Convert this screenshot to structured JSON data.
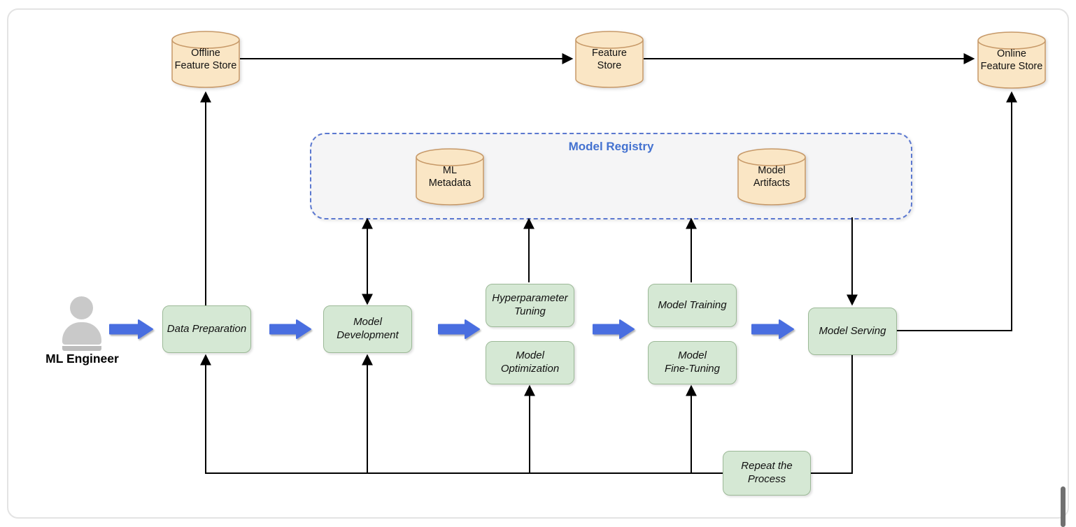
{
  "actor": {
    "label": "ML Engineer"
  },
  "feature_stores": {
    "offline": {
      "label": "Offline\nFeature Store"
    },
    "central": {
      "label": "Feature\nStore"
    },
    "online": {
      "label": "Online\nFeature Store"
    }
  },
  "model_registry": {
    "title": "Model Registry",
    "ml_metadata": {
      "label": "ML\nMetadata"
    },
    "model_artifacts": {
      "label": "Model\nArtifacts"
    }
  },
  "pipeline": {
    "data_preparation": {
      "label": "Data Preparation"
    },
    "model_development": {
      "label": "Model\nDevelopment"
    },
    "hyperparameter_tuning": {
      "label": "Hyperparameter\nTuning"
    },
    "model_optimization": {
      "label": "Model\nOptimization"
    },
    "model_training": {
      "label": "Model Training"
    },
    "model_fine_tuning": {
      "label": "Model\nFine-Tuning"
    },
    "model_serving": {
      "label": "Model Serving"
    },
    "repeat_process": {
      "label": "Repeat the\nProcess"
    }
  },
  "colors": {
    "process_fill": "#d5e8d4",
    "process_stroke": "#9cb997",
    "store_fill": "#fae6c5",
    "store_stroke": "#c79968",
    "flow_arrow_blue": "#4a6ee0",
    "registry_border": "#5b78d0",
    "registry_title": "#4472d0",
    "registry_fill": "#f5f5f6",
    "connector_black": "#000000"
  }
}
